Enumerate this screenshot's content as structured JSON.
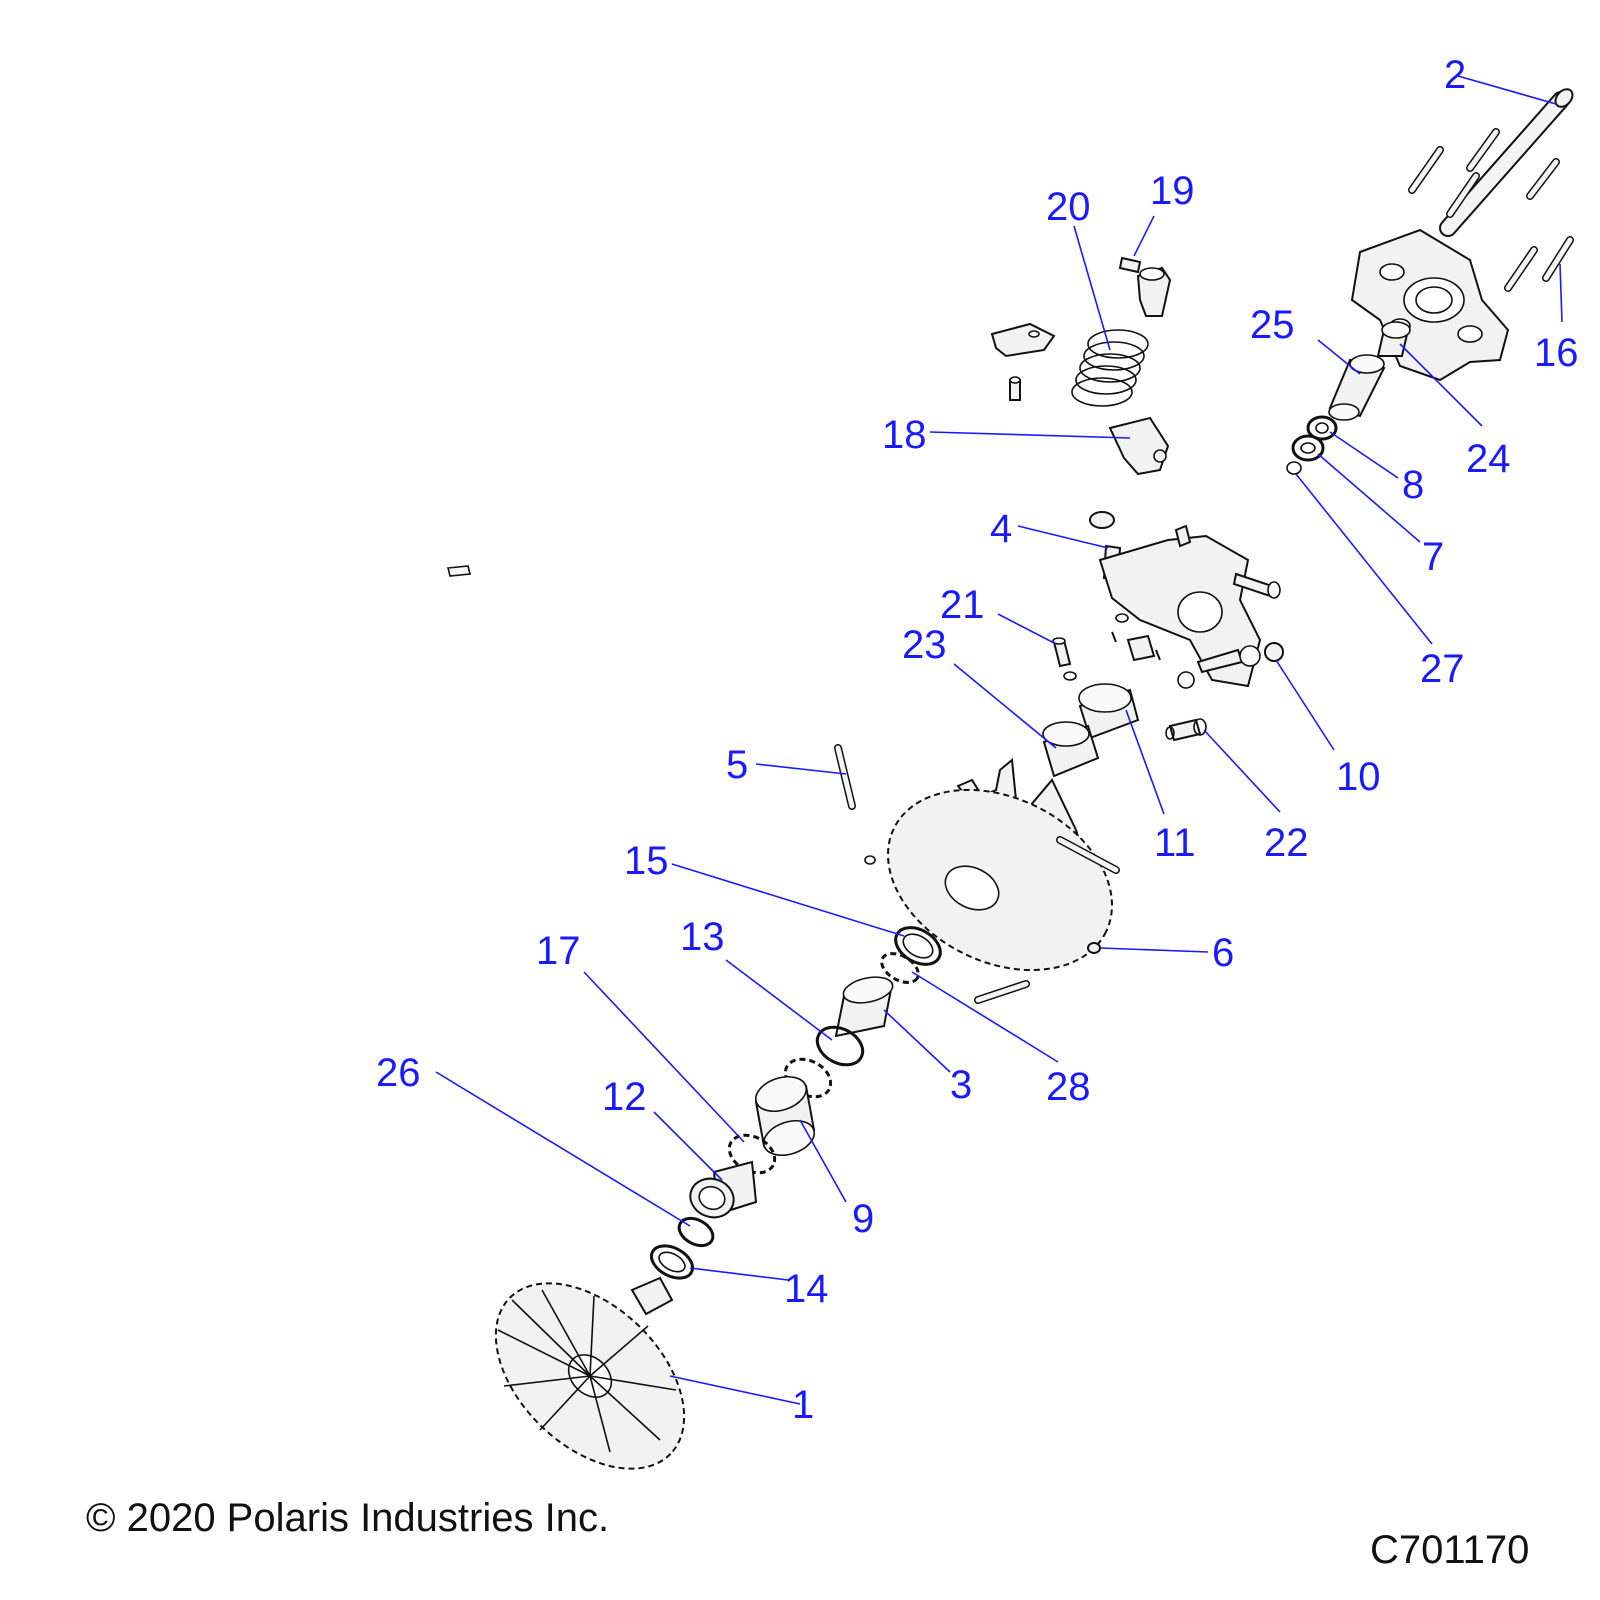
{
  "callouts": [
    "1",
    "2",
    "3",
    "4",
    "5",
    "6",
    "7",
    "8",
    "9",
    "10",
    "11",
    "12",
    "13",
    "14",
    "15",
    "16",
    "17",
    "18",
    "19",
    "20",
    "21",
    "22",
    "23",
    "24",
    "25",
    "26",
    "27",
    "28"
  ],
  "footer": {
    "copyright": "© 2020 Polaris Industries Inc.",
    "drawing_number": "C701170"
  }
}
